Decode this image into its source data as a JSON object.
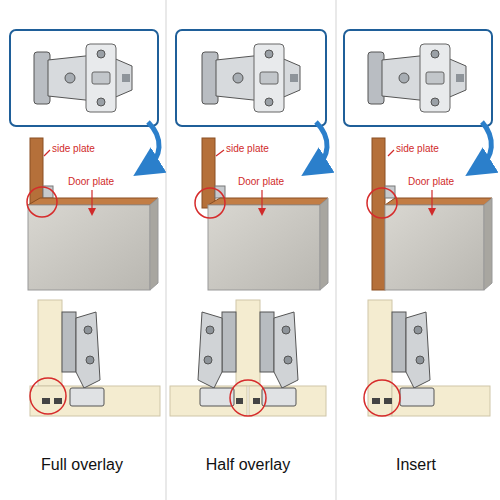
{
  "diagram": {
    "labels": [
      "side plate",
      "Door plate",
      "side plate",
      "Door plate",
      "side plate",
      "Door plate",
      "Full overlay",
      "Half overlay",
      "Insert"
    ]
  }
}
